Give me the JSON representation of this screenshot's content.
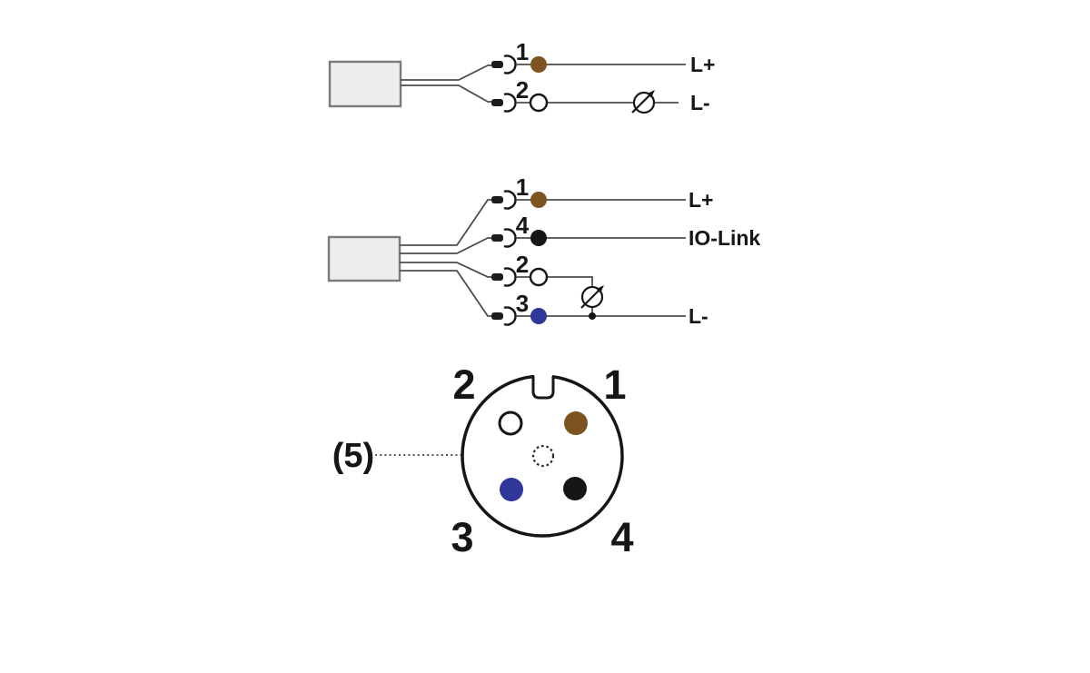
{
  "colors": {
    "brown": "#7d5420",
    "blue": "#2f379b",
    "black": "#161616",
    "white": "#ffffff",
    "wire": "#4d4d4d",
    "box_fill": "#ededed",
    "box_stroke": "#7a7a7a"
  },
  "wiring_2wire": {
    "rows": [
      {
        "pin": "1",
        "label": "L+"
      },
      {
        "pin": "2",
        "label": "L-"
      }
    ]
  },
  "wiring_4wire": {
    "rows": [
      {
        "pin": "1",
        "label": "L+"
      },
      {
        "pin": "4",
        "label": "IO-Link"
      },
      {
        "pin": "2"
      },
      {
        "pin": "3",
        "label": "L-"
      }
    ]
  },
  "connector": {
    "position_labels": {
      "top_left": "2",
      "top_right": "1",
      "bottom_left": "3",
      "bottom_right": "4"
    },
    "center_label": "(5)"
  }
}
